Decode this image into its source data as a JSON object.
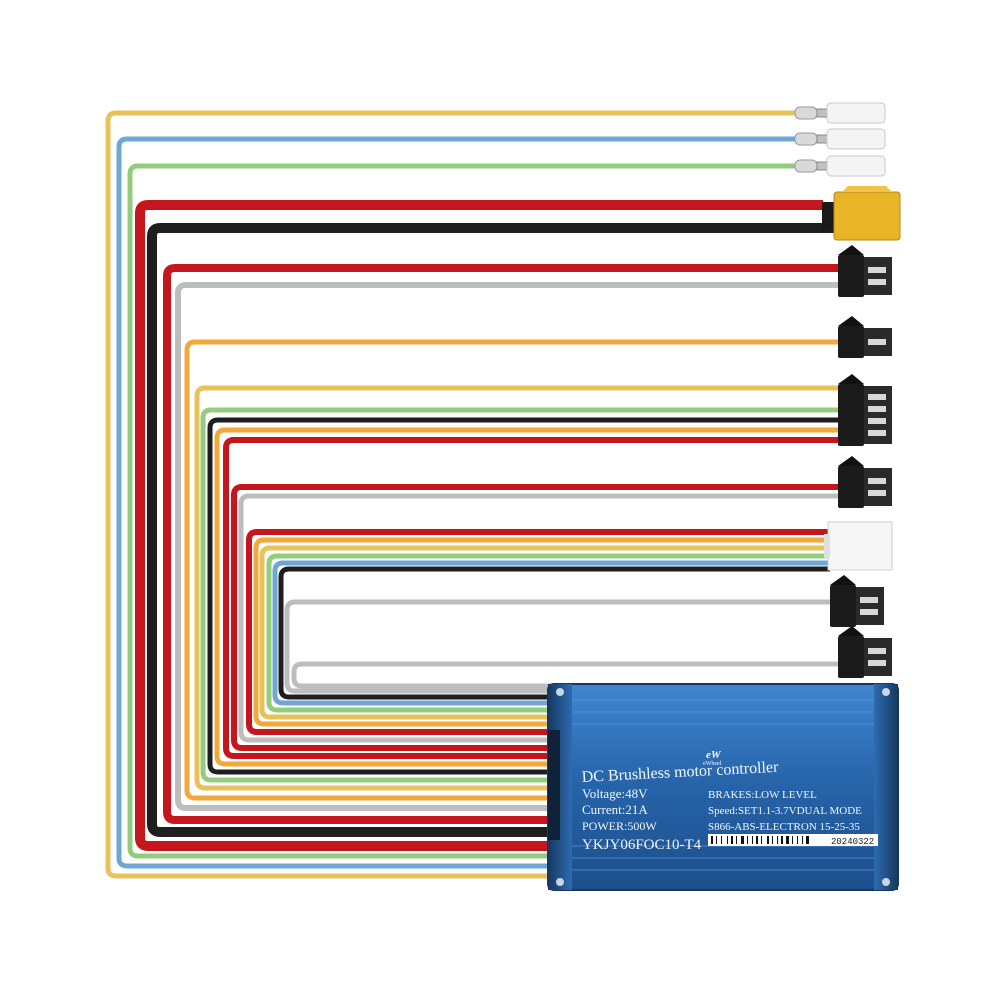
{
  "controller": {
    "brand": "eWheel",
    "title": "DC Brushless motor controller",
    "voltage": "Voltage:48V",
    "current": "Current:21A",
    "power": "POWER:500W",
    "model": "YKJY06FOC10-T4",
    "brakes": "BRAKES:LOW LEVEL",
    "speed": "Speed:SET1.1-3.7VDUAL MODE",
    "part": "S866-ABS-ELECTRON 15-25-35",
    "date_code": "20240322"
  },
  "colors": {
    "yellow": "#e8c15a",
    "blue": "#6fa6d8",
    "green": "#93cc7e",
    "red": "#c4161c",
    "black": "#1e1e1e",
    "gray": "#bdbdbd",
    "orange": "#f0a93a",
    "controller_body": "#2c6fb6"
  },
  "wires": [
    {
      "color": "yellow"
    },
    {
      "color": "blue"
    },
    {
      "color": "green"
    },
    {
      "color": "red"
    },
    {
      "color": "black"
    },
    {
      "color": "red"
    },
    {
      "color": "gray"
    },
    {
      "color": "orange"
    },
    {
      "color": "yellow"
    },
    {
      "color": "green"
    },
    {
      "color": "black"
    },
    {
      "color": "orange"
    },
    {
      "color": "red"
    },
    {
      "color": "red"
    },
    {
      "color": "gray"
    },
    {
      "color": "red"
    },
    {
      "color": "orange"
    },
    {
      "color": "yellow"
    },
    {
      "color": "green"
    },
    {
      "color": "blue"
    },
    {
      "color": "black"
    },
    {
      "color": "gray"
    },
    {
      "color": "gray"
    }
  ],
  "connectors": [
    {
      "type": "bullet-connector-icon"
    },
    {
      "type": "bullet-connector-icon"
    },
    {
      "type": "bullet-connector-icon"
    },
    {
      "type": "xt60-connector-icon"
    },
    {
      "type": "two-pin-connector-icon"
    },
    {
      "type": "one-pin-connector-icon"
    },
    {
      "type": "four-pin-connector-icon"
    },
    {
      "type": "two-pin-connector-icon"
    },
    {
      "type": "six-pin-hall-connector-icon"
    },
    {
      "type": "two-pin-connector-icon"
    },
    {
      "type": "two-pin-connector-icon"
    }
  ]
}
